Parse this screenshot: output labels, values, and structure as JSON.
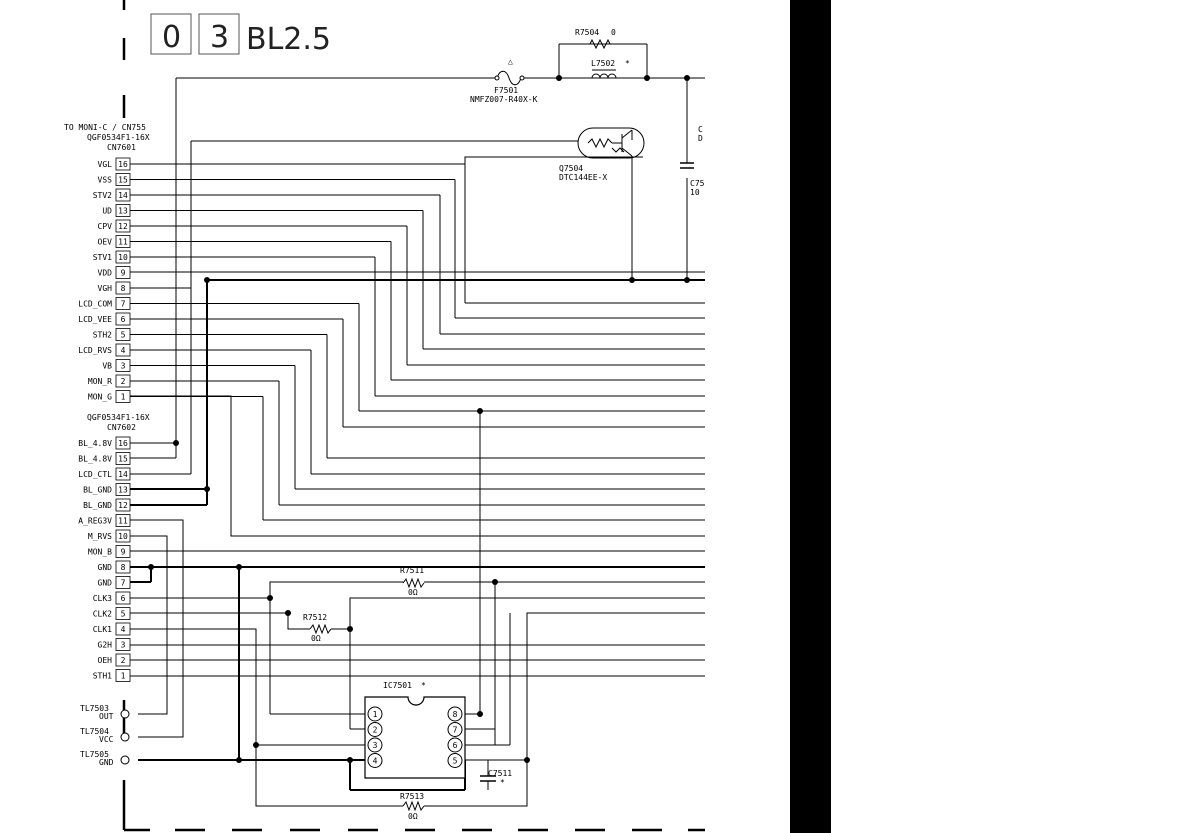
{
  "page_tag": [
    "0",
    "3"
  ],
  "page_title": "BL2.5",
  "fuse": {
    "ref": "F7501",
    "part": "NMFZ007-R40X-K",
    "warn": "△"
  },
  "r7504": {
    "ref": "R7504",
    "value": "0"
  },
  "l7502": {
    "ref": "L7502",
    "mark": "*"
  },
  "q7504": {
    "ref": "Q7504",
    "part": "DTC144EE-X"
  },
  "c_partial": {
    "a": "C",
    "b": "D",
    "c": "C75",
    "d": "10"
  },
  "conn_dest": "TO MONI-C / CN755",
  "cn7601": {
    "part": "QGF0534F1-16X",
    "ref": "CN7601",
    "pins": [
      {
        "num": "16",
        "sig": "VGL"
      },
      {
        "num": "15",
        "sig": "VSS"
      },
      {
        "num": "14",
        "sig": "STV2"
      },
      {
        "num": "13",
        "sig": "UD"
      },
      {
        "num": "12",
        "sig": "CPV"
      },
      {
        "num": "11",
        "sig": "OEV"
      },
      {
        "num": "10",
        "sig": "STV1"
      },
      {
        "num": "9",
        "sig": "VDD"
      },
      {
        "num": "8",
        "sig": "VGH"
      },
      {
        "num": "7",
        "sig": "LCD_COM"
      },
      {
        "num": "6",
        "sig": "LCD_VEE"
      },
      {
        "num": "5",
        "sig": "STH2"
      },
      {
        "num": "4",
        "sig": "LCD_RVS"
      },
      {
        "num": "3",
        "sig": "VB"
      },
      {
        "num": "2",
        "sig": "MON_R"
      },
      {
        "num": "1",
        "sig": "MON_G"
      }
    ]
  },
  "cn7602": {
    "part": "QGF0534F1-16X",
    "ref": "CN7602",
    "pins": [
      {
        "num": "16",
        "sig": "BL_4.8V"
      },
      {
        "num": "15",
        "sig": "BL_4.8V"
      },
      {
        "num": "14",
        "sig": "LCD_CTL"
      },
      {
        "num": "13",
        "sig": "BL_GND"
      },
      {
        "num": "12",
        "sig": "BL_GND"
      },
      {
        "num": "11",
        "sig": "A_REG3V"
      },
      {
        "num": "10",
        "sig": "M_RVS"
      },
      {
        "num": "9",
        "sig": "MON_B"
      },
      {
        "num": "8",
        "sig": "GND"
      },
      {
        "num": "7",
        "sig": "GND"
      },
      {
        "num": "6",
        "sig": "CLK3"
      },
      {
        "num": "5",
        "sig": "CLK2"
      },
      {
        "num": "4",
        "sig": "CLK1"
      },
      {
        "num": "3",
        "sig": "G2H"
      },
      {
        "num": "2",
        "sig": "OEH"
      },
      {
        "num": "1",
        "sig": "STH1"
      }
    ]
  },
  "r7511": {
    "ref": "R7511",
    "value": "0Ω"
  },
  "r7512": {
    "ref": "R7512",
    "value": "0Ω"
  },
  "r7513": {
    "ref": "R7513",
    "value": "0Ω"
  },
  "ic7501": {
    "ref": "IC7501",
    "mark": "*",
    "pins_left": [
      "1",
      "2",
      "3",
      "4"
    ],
    "pins_right": [
      "8",
      "7",
      "6",
      "5"
    ]
  },
  "c7511": {
    "ref": "C7511",
    "mark": "*"
  },
  "test_points": [
    {
      "ref": "TL7503",
      "net": "OUT"
    },
    {
      "ref": "TL7504",
      "net": "VCC"
    },
    {
      "ref": "TL7505",
      "net": "GND"
    }
  ]
}
